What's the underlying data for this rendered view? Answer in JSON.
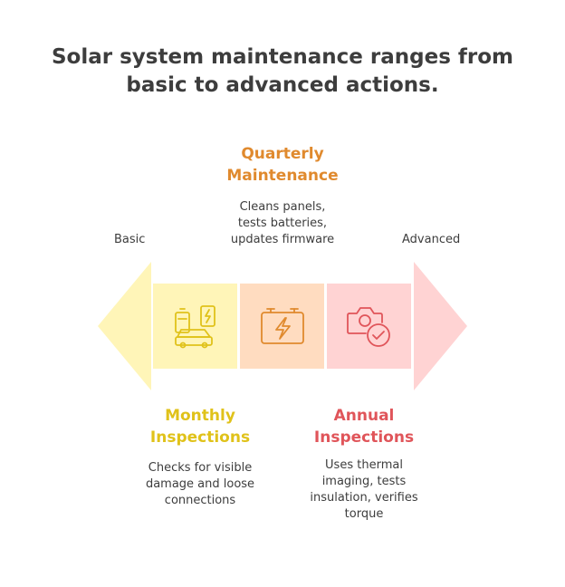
{
  "title": {
    "line1": "Solar system maintenance ranges from",
    "line2": "basic to advanced actions."
  },
  "scale": {
    "start_label": "Basic",
    "end_label": "Advanced"
  },
  "stages": [
    {
      "heading_line1": "Monthly",
      "heading_line2": "Inspections",
      "desc_lines": [
        "Checks for visible",
        "damage and loose",
        "connections"
      ],
      "icon": "solar-vehicle-charging-icon",
      "color": "#e0c21a",
      "fill": "#fff5b8"
    },
    {
      "heading_line1": "Quarterly",
      "heading_line2": "Maintenance",
      "desc_lines": [
        "Cleans panels,",
        "tests batteries,",
        "updates firmware"
      ],
      "icon": "battery-charge-icon",
      "color": "#e08a2e",
      "fill": "#ffdcc0"
    },
    {
      "heading_line1": "Annual",
      "heading_line2": "Inspections",
      "desc_lines": [
        "Uses thermal",
        "imaging, tests",
        "insulation, verifies",
        "torque"
      ],
      "icon": "camera-check-icon",
      "color": "#e0555a",
      "fill": "#ffd3d3"
    }
  ]
}
